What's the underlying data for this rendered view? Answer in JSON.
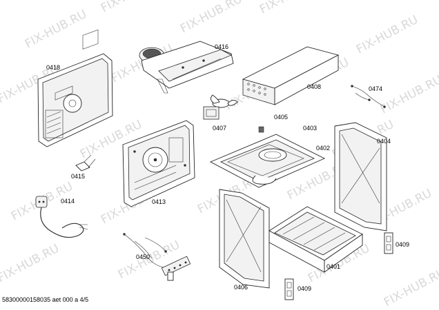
{
  "watermark": "FIX-HUB.RU",
  "part_labels": [
    "0416",
    "0418",
    "0408",
    "0474",
    "0405",
    "0403",
    "0407",
    "0402",
    "0404",
    "0415",
    "0413",
    "0414",
    "0409",
    "0450",
    "0401",
    "0406",
    "0409"
  ],
  "footer": "58300000158035 aet 000 a 4/5"
}
